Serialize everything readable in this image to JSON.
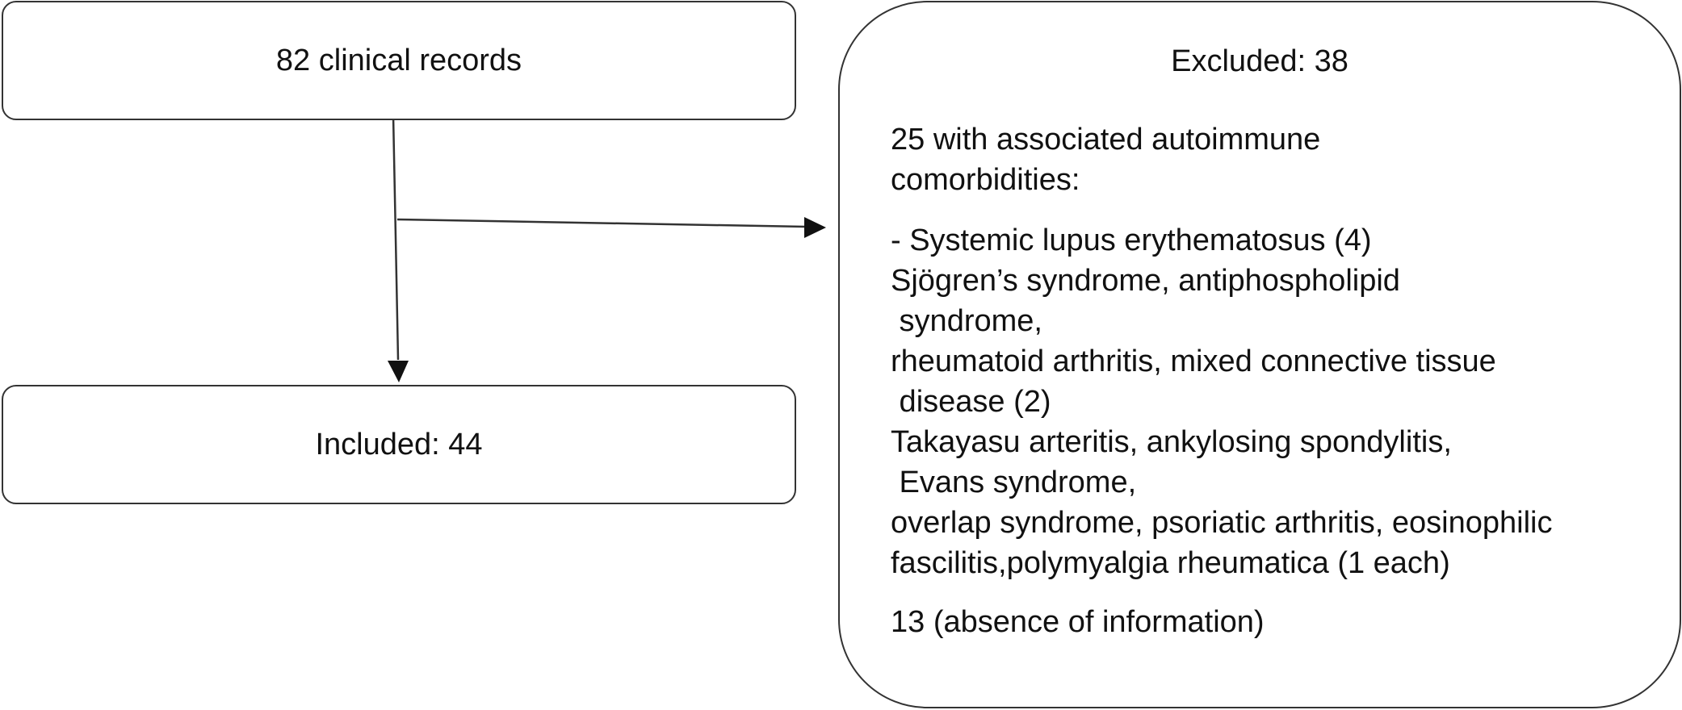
{
  "nodes": {
    "records": "82 clinical records",
    "included": "Included: 44",
    "excluded_title": "Excluded: 38",
    "comorbid_header": "25 with associated autoimmune\ncomorbidities:",
    "comorbid_details": "- Systemic lupus erythematosus (4)\nSjögren’s syndrome, antiphospholipid\n syndrome,\nrheumatoid arthritis, mixed connective tissue\n disease (2)\nTakayasu arteritis, ankylosing spondylitis,\n Evans syndrome,\noverlap syndrome, psoriatic arthritis, eosinophilic\nfascilitis,polymyalgia rheumatica (1 each)",
    "absence": "13 (absence of information)"
  },
  "colors": {
    "stroke": "#333333",
    "text": "#111111",
    "background": "#ffffff"
  }
}
